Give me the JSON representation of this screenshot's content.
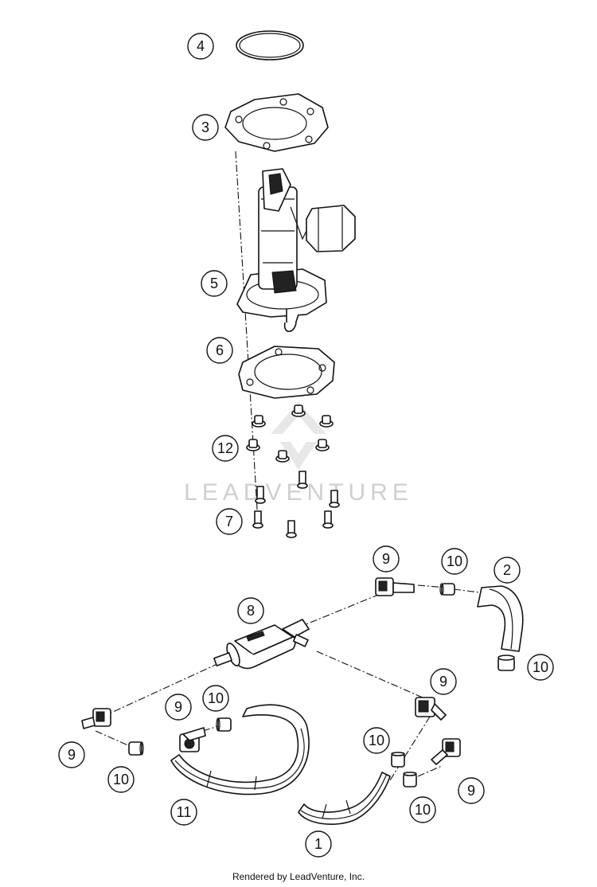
{
  "callouts": [
    {
      "label": "4"
    },
    {
      "label": "3"
    },
    {
      "label": "5"
    },
    {
      "label": "6"
    },
    {
      "label": "12"
    },
    {
      "label": "7"
    },
    {
      "label": "9"
    },
    {
      "label": "10"
    },
    {
      "label": "2"
    },
    {
      "label": "8"
    },
    {
      "label": "10"
    },
    {
      "label": "9"
    },
    {
      "label": "9"
    },
    {
      "label": "10"
    },
    {
      "label": "10"
    },
    {
      "label": "9"
    },
    {
      "label": "10"
    },
    {
      "label": "11"
    },
    {
      "label": "9"
    },
    {
      "label": "10"
    },
    {
      "label": "1"
    }
  ],
  "watermark": "LEADVENTURE",
  "footer": "Rendered by LeadVenture, Inc."
}
